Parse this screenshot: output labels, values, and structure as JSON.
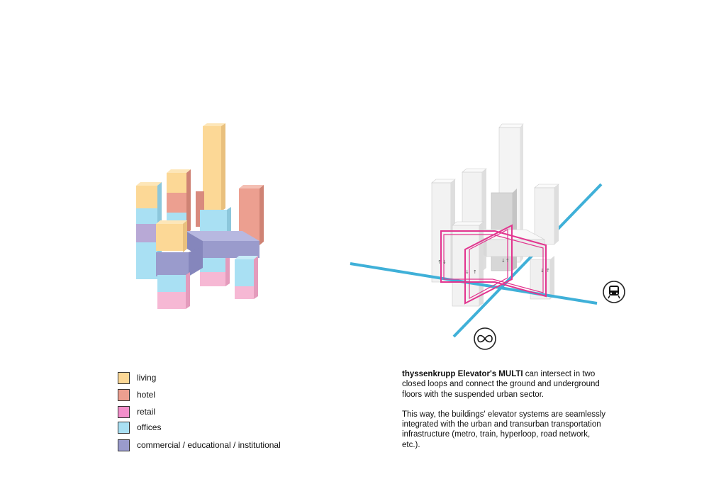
{
  "legend": [
    {
      "label": "living",
      "color": "#fcd896"
    },
    {
      "label": "hotel",
      "color": "#ec9f90"
    },
    {
      "label": "retail",
      "color": "#f38fcb"
    },
    {
      "label": "offices",
      "color": "#a9e0f3"
    },
    {
      "label": "commercial / educational / institutional",
      "color": "#9a9bcc"
    }
  ],
  "description": {
    "p1_bold": "thyssenkrupp Elevator's MULTI",
    "p1_rest": " can intersect in two closed loops and connect the ground and underground floors with the suspended urban sector.",
    "p2": "This way, the buildings' elevator systems are seamlessly integrated with the urban and transurban transportation infrastructure (metro, train, hyperloop, road network, etc.)."
  },
  "icons": {
    "metro": "train-icon",
    "hyperloop": "infinity-icon"
  },
  "colors": {
    "elevator_loop": "#e2358f",
    "transit_line": "#3fb0d8",
    "building_gray": "#ececec"
  }
}
